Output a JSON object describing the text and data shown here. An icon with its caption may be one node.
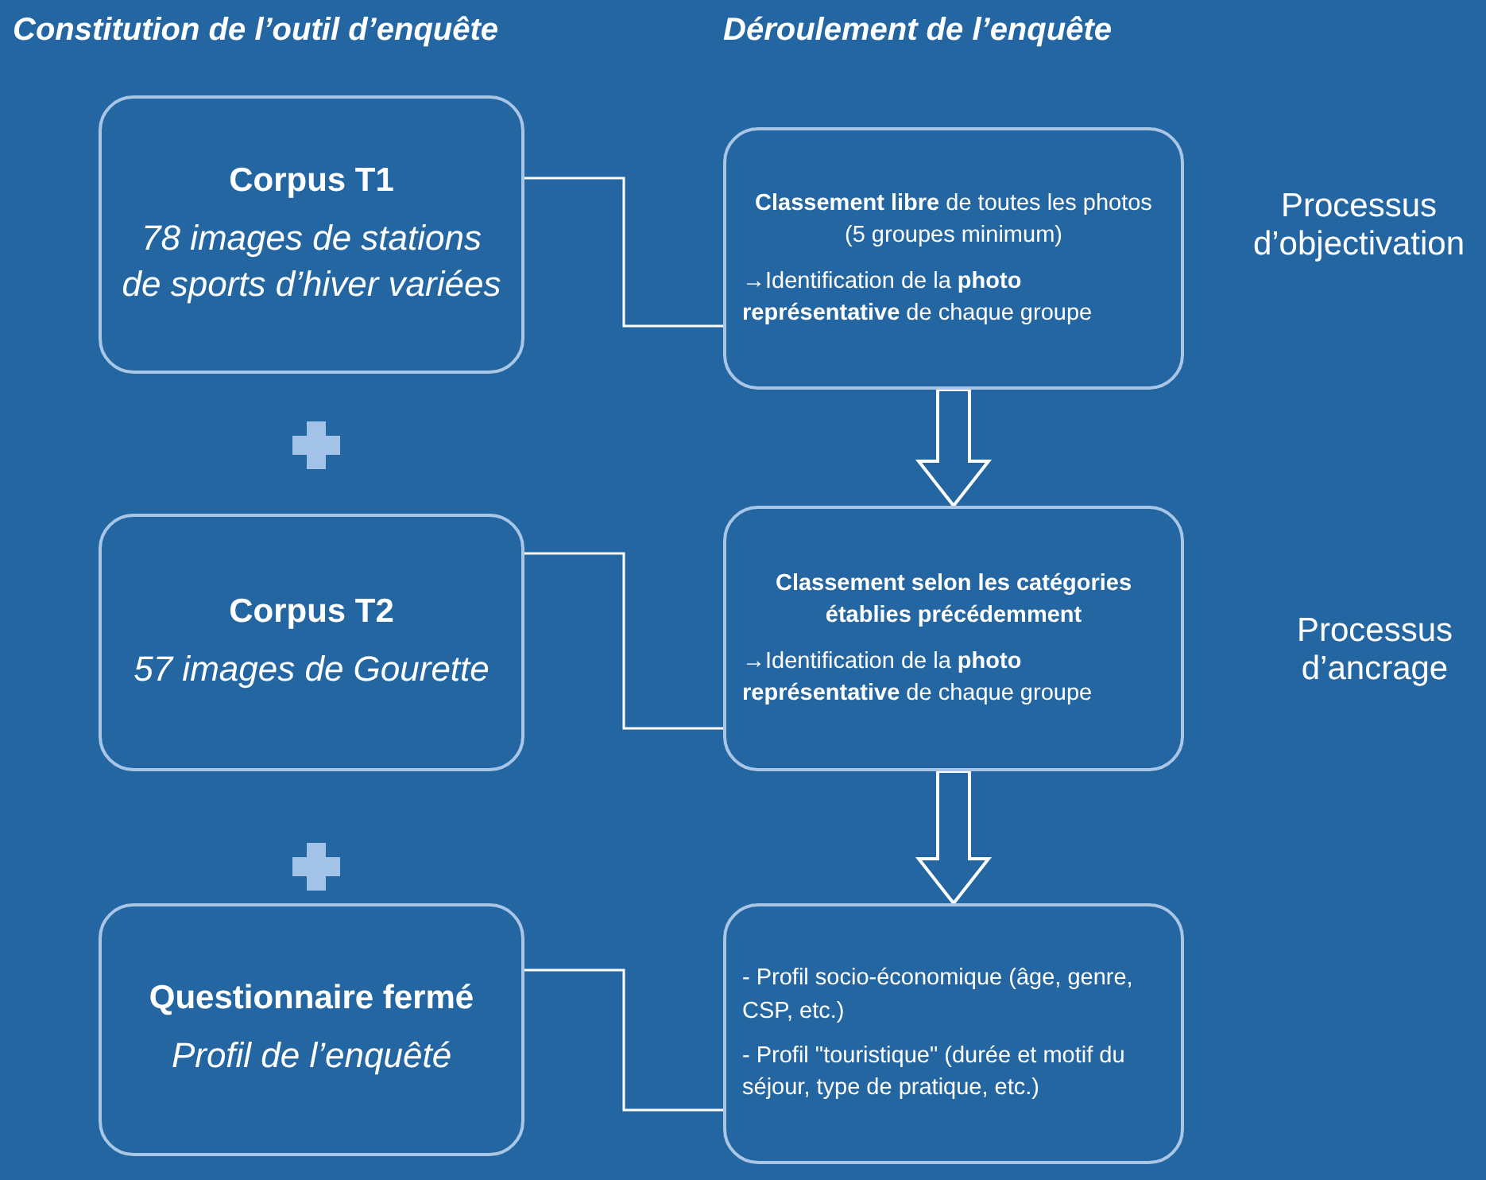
{
  "diagram": {
    "nodes": [
      {
        "text": [
          "Corpus T1",
          "78 images de stations de sports d’hiver variées"
        ]
      },
      {
        "text": [
          "Corpus T2",
          "57 images de Gourette"
        ]
      },
      {
        "text": [
          "Questionnaire fermé",
          "Profil de l’enquêté"
        ]
      },
      {
        "text": [
          "**Classement libre** de toutes les photos (5 groupes minimum)",
          "→Identification de la **photo représentative** de chaque groupe"
        ]
      },
      {
        "text": [
          "Classement selon les catégories établies précédemment",
          "→Identification de la **photo représentative** de chaque groupe"
        ]
      },
      {
        "text": [
          "- Profil socio-économique (âge, genre, CSP, etc.)",
          "- Profil \"touristique\" (durée et motif du séjour, type de pratique, etc.)"
        ]
      }
    ],
    "edges": [
      {
        "from": 0,
        "to": 3,
        "arrow": "none"
      },
      {
        "from": 1,
        "to": 4,
        "arrow": "none"
      },
      {
        "from": 2,
        "to": 5,
        "arrow": "none"
      },
      {
        "from": 3,
        "to": 4,
        "arrow": "to",
        "style": "thick"
      },
      {
        "from": 4,
        "to": 5,
        "arrow": "to",
        "style": "thick"
      }
    ],
    "labels": [
      "Constitution de l’outil d’enquête",
      "Déroulement de l’enquête",
      "Processus d’objectivation",
      "Processus d’ancrage"
    ]
  }
}
